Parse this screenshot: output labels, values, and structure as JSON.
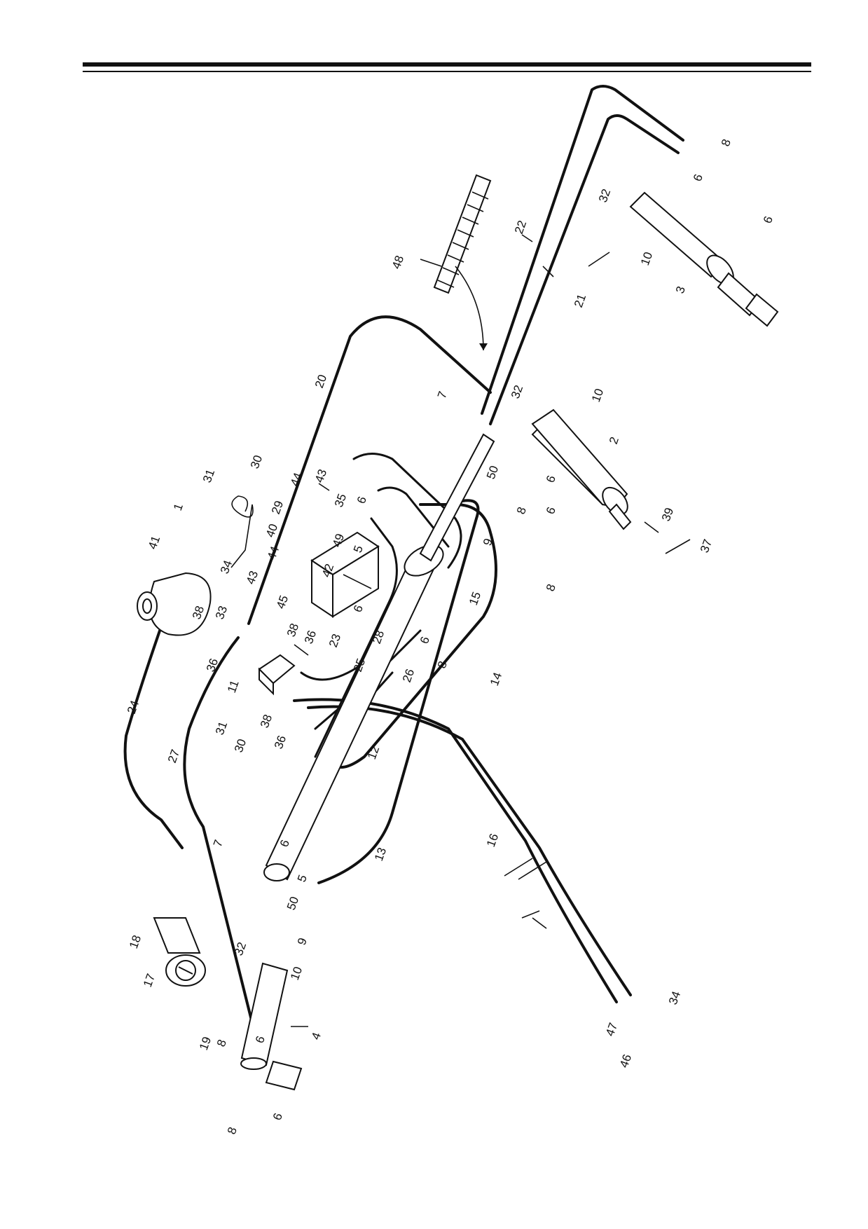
{
  "diagram": {
    "callouts": [
      {
        "id": "c1",
        "text": "1"
      },
      {
        "id": "c2",
        "text": "2"
      },
      {
        "id": "c3",
        "text": "3"
      },
      {
        "id": "c4",
        "text": "4"
      },
      {
        "id": "c5a",
        "text": "5"
      },
      {
        "id": "c5b",
        "text": "5"
      },
      {
        "id": "c6a",
        "text": "6"
      },
      {
        "id": "c6b",
        "text": "6"
      },
      {
        "id": "c6c",
        "text": "6"
      },
      {
        "id": "c6d",
        "text": "6"
      },
      {
        "id": "c6e",
        "text": "6"
      },
      {
        "id": "c6f",
        "text": "6"
      },
      {
        "id": "c6g",
        "text": "6"
      },
      {
        "id": "c6h",
        "text": "6"
      },
      {
        "id": "c6i",
        "text": "6"
      },
      {
        "id": "c6j",
        "text": "6"
      },
      {
        "id": "c7a",
        "text": "7"
      },
      {
        "id": "c7b",
        "text": "7"
      },
      {
        "id": "c8a",
        "text": "8"
      },
      {
        "id": "c8b",
        "text": "8"
      },
      {
        "id": "c8c",
        "text": "8"
      },
      {
        "id": "c8d",
        "text": "8"
      },
      {
        "id": "c8e",
        "text": "8"
      },
      {
        "id": "c8f",
        "text": "8"
      },
      {
        "id": "c9a",
        "text": "9"
      },
      {
        "id": "c9b",
        "text": "9"
      },
      {
        "id": "c10a",
        "text": "10"
      },
      {
        "id": "c10b",
        "text": "10"
      },
      {
        "id": "c10c",
        "text": "10"
      },
      {
        "id": "c11",
        "text": "11"
      },
      {
        "id": "c12",
        "text": "12"
      },
      {
        "id": "c13",
        "text": "13"
      },
      {
        "id": "c14",
        "text": "14"
      },
      {
        "id": "c15",
        "text": "15"
      },
      {
        "id": "c16",
        "text": "16"
      },
      {
        "id": "c17",
        "text": "17"
      },
      {
        "id": "c18",
        "text": "18"
      },
      {
        "id": "c19",
        "text": "19"
      },
      {
        "id": "c20",
        "text": "20"
      },
      {
        "id": "c21",
        "text": "21"
      },
      {
        "id": "c22",
        "text": "22"
      },
      {
        "id": "c23",
        "text": "23"
      },
      {
        "id": "c24",
        "text": "24"
      },
      {
        "id": "c25",
        "text": "25"
      },
      {
        "id": "c26",
        "text": "26"
      },
      {
        "id": "c27",
        "text": "27"
      },
      {
        "id": "c28",
        "text": "28"
      },
      {
        "id": "c29",
        "text": "29"
      },
      {
        "id": "c30a",
        "text": "30"
      },
      {
        "id": "c30b",
        "text": "30"
      },
      {
        "id": "c31a",
        "text": "31"
      },
      {
        "id": "c31b",
        "text": "31"
      },
      {
        "id": "c32a",
        "text": "32"
      },
      {
        "id": "c32b",
        "text": "32"
      },
      {
        "id": "c32c",
        "text": "32"
      },
      {
        "id": "c33",
        "text": "33"
      },
      {
        "id": "c34a",
        "text": "34"
      },
      {
        "id": "c34b",
        "text": "34"
      },
      {
        "id": "c35",
        "text": "35"
      },
      {
        "id": "c36a",
        "text": "36"
      },
      {
        "id": "c36b",
        "text": "36"
      },
      {
        "id": "c36c",
        "text": "36"
      },
      {
        "id": "c37",
        "text": "37"
      },
      {
        "id": "c38a",
        "text": "38"
      },
      {
        "id": "c38b",
        "text": "38"
      },
      {
        "id": "c38c",
        "text": "38"
      },
      {
        "id": "c39",
        "text": "39"
      },
      {
        "id": "c40",
        "text": "40"
      },
      {
        "id": "c41",
        "text": "41"
      },
      {
        "id": "c42",
        "text": "42"
      },
      {
        "id": "c43a",
        "text": "43"
      },
      {
        "id": "c43b",
        "text": "43"
      },
      {
        "id": "c44a",
        "text": "44"
      },
      {
        "id": "c44b",
        "text": "44"
      },
      {
        "id": "c45",
        "text": "45"
      },
      {
        "id": "c46",
        "text": "46"
      },
      {
        "id": "c47",
        "text": "47"
      },
      {
        "id": "c48",
        "text": "48"
      },
      {
        "id": "c49",
        "text": "49"
      },
      {
        "id": "c50a",
        "text": "50"
      },
      {
        "id": "c50b",
        "text": "50"
      }
    ]
  }
}
